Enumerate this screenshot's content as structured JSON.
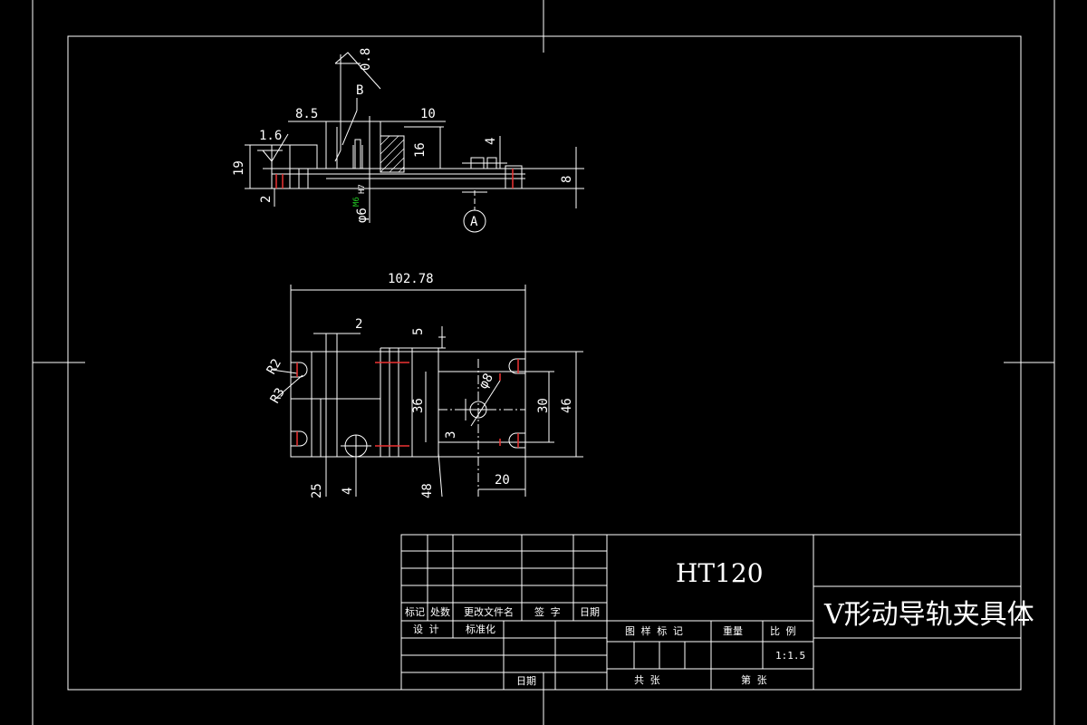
{
  "dimensions": {
    "top_view": {
      "roughness": "0.8",
      "datum": "B",
      "d_8_5": "8.5",
      "d_10": "10",
      "roughness_2": "1.6",
      "d_19": "19",
      "d_16": "16",
      "d_4": "4",
      "d_8": "8",
      "d_2": "2",
      "hole_fit": "φ6",
      "fit_h7": "H7",
      "fit_m6": "M6",
      "section_marker": "A"
    },
    "plan_view": {
      "overall_length": "102.78",
      "d_2": "2",
      "d_5": "5",
      "radius_r2": "R2",
      "radius_r3": "R3",
      "d_36": "36",
      "phi_8": "φ8",
      "d_30": "30",
      "d_46": "46",
      "d_3": "3",
      "d_25": "25",
      "d_4": "4",
      "d_48": "48",
      "d_20": "20"
    }
  },
  "title_block": {
    "material": "HT120",
    "part_name": "V形动导轨夹具体",
    "headers": {
      "mark": "标记",
      "count": "处数",
      "change_doc": "更改文件名",
      "signature": "签  字",
      "date": "日期"
    },
    "rows": {
      "design": "设  计",
      "standardize": "标准化",
      "date2": "日期"
    },
    "info_headers": {
      "drawing_mark": "图 样 标 记",
      "weight": "重量",
      "scale": "比 例"
    },
    "scale_value": "1:1.5",
    "total_sheets": "共    张",
    "sheet_no": "第    张"
  }
}
